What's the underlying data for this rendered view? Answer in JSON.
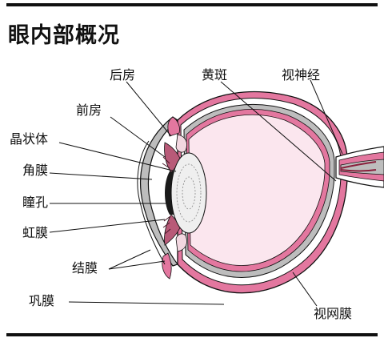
{
  "title": "眼内部概况",
  "labels": {
    "posterior_chamber": "后房",
    "macula": "黄斑",
    "optic_nerve": "视神经",
    "anterior_chamber": "前房",
    "lens": "晶状体",
    "cornea": "角膜",
    "pupil": "瞳孔",
    "iris": "虹膜",
    "conjunctiva": "结膜",
    "sclera": "巩膜",
    "retina": "视网膜"
  },
  "colors": {
    "vitreous_fill": "#fbe6ee",
    "retina_pink": "#e3779f",
    "sclera_gray": "#bdbdbd",
    "lens_fill": "#efefef",
    "iris_dark": "#6a2a40",
    "line": "#111111"
  }
}
